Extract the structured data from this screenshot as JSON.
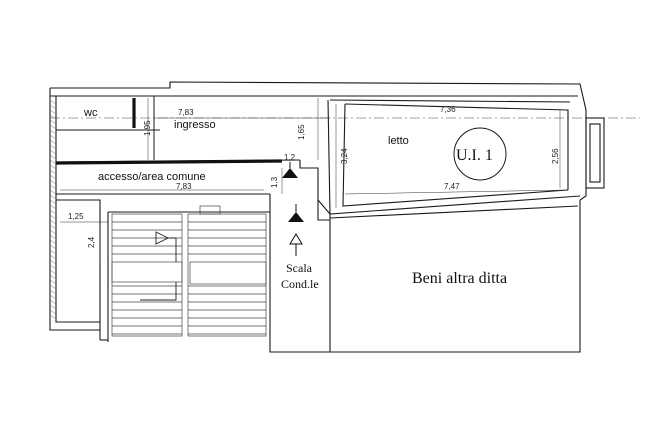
{
  "rooms": {
    "wc": "wc",
    "ingresso": "ingresso",
    "letto": "letto",
    "accesso": "accesso/area comune",
    "beni": "Beni altra ditta"
  },
  "unit_label": "U.I. 1",
  "stair_label": {
    "line1": "Scala",
    "line2": "Cond.le"
  },
  "dimensions": {
    "top_left_length": "7,83",
    "top_right_length": "7,36",
    "wc_height": "1,95",
    "ingresso_height": "1,65",
    "letto_height": "3,24",
    "right_height": "2,56",
    "letto_bottom_length": "7,47",
    "gap": "1,2",
    "accesso_height": "1,3",
    "accesso_length": "7,83",
    "left_width": "1,25",
    "left_height": "2,4"
  },
  "colors": {
    "line": "#1a1a1a",
    "hatch": "#6f6f6f",
    "wall": "#111111"
  }
}
